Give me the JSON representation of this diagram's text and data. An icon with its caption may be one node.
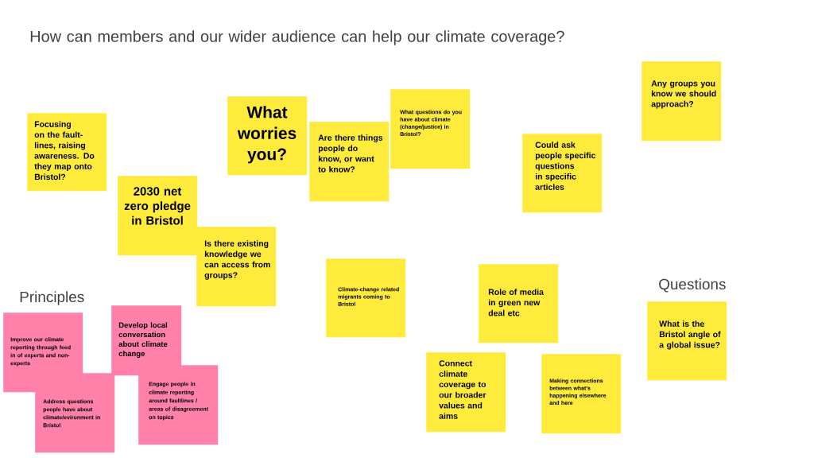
{
  "diagram": {
    "title": "How can members and our wider audience can help our climate coverage?",
    "nodes": [
      {
        "text": [
          "Focusing on the fault-lines, raising awareness. Do they map onto Bristol?"
        ]
      },
      {
        "text": [
          "What worries you?"
        ]
      },
      {
        "text": [
          "Are there things people do know, or want to know?"
        ]
      },
      {
        "text": [
          "What questions do you have about climate (change/justice) in Bristol?"
        ]
      },
      {
        "text": [
          "Any groups you know we should approach?"
        ]
      },
      {
        "text": [
          "Could ask people specific questions in specific articles"
        ]
      },
      {
        "text": [
          "2030 net zero pledge in Bristol"
        ]
      },
      {
        "text": [
          "Is there existing knowledge we can access from groups?"
        ]
      },
      {
        "text": [
          "Climate-change related migrants coming to Bristol"
        ]
      },
      {
        "text": [
          "Role of media in green new deal etc"
        ]
      },
      {
        "text": [
          "What is the Bristol angle of a global issue?"
        ]
      },
      {
        "text": [
          "Connect climate coverage to our broader values and aims"
        ]
      },
      {
        "text": [
          "Making connections between what's happening elsewhere and here"
        ]
      },
      {
        "text": [
          "Improve our climate reporting through feed in of experts and non-experts"
        ]
      },
      {
        "text": [
          "Develop local conversation about climate change"
        ]
      },
      {
        "text": [
          "Address questions people have about climate/evironment in Bristol"
        ]
      },
      {
        "text": [
          "Engage people in climate reporting around faultlines / areas of disagreement on topics"
        ]
      }
    ],
    "labels": [
      "Principles",
      "Questions"
    ]
  }
}
